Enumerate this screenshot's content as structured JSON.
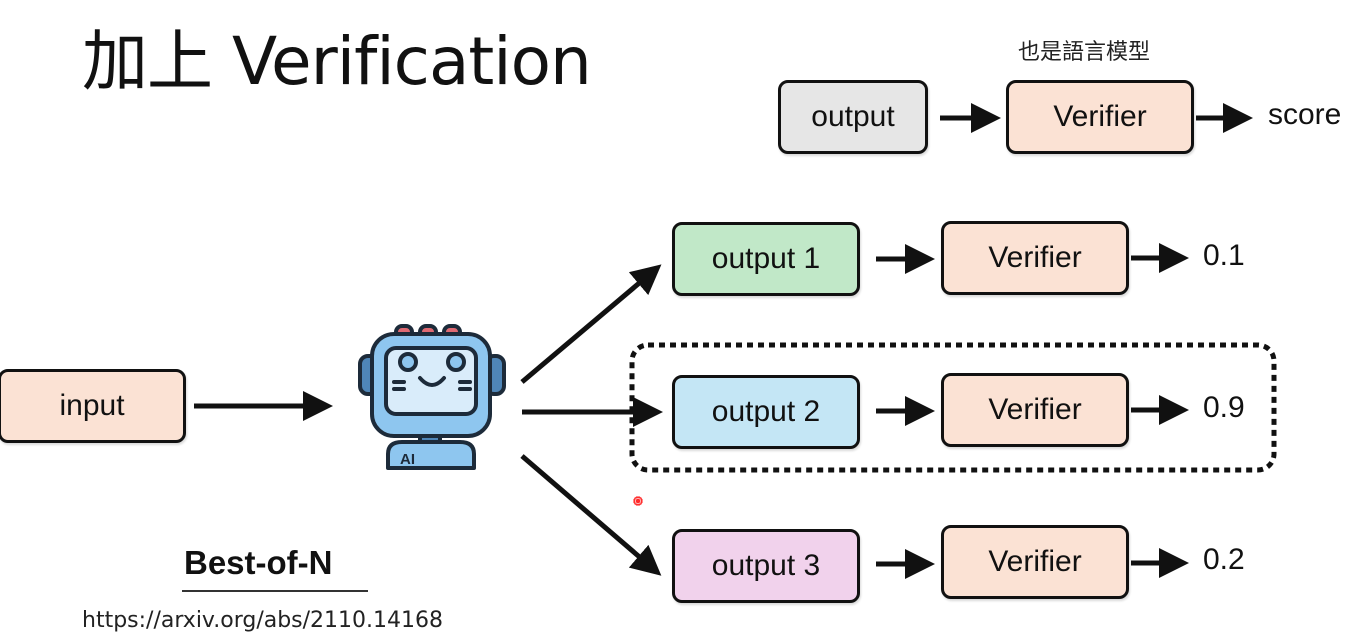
{
  "slide": {
    "title": "加上 Verification",
    "legend": {
      "annotation": "也是語言模型",
      "output_label": "output",
      "verifier_label": "Verifier",
      "score_label": "score"
    },
    "input_label": "input",
    "model_icon_text": "AI",
    "candidates": [
      {
        "output_label": "output 1",
        "verifier_label": "Verifier",
        "score": "0.1",
        "color": "#c1e8c8",
        "selected": false
      },
      {
        "output_label": "output 2",
        "verifier_label": "Verifier",
        "score": "0.9",
        "color": "#c4e6f5",
        "selected": true
      },
      {
        "output_label": "output 3",
        "verifier_label": "Verifier",
        "score": "0.2",
        "color": "#f1d2ec",
        "selected": false
      }
    ],
    "method_label": "Best-of-N",
    "reference_url": "https://arxiv.org/abs/2110.14168"
  },
  "colors": {
    "verifier_fill": "#fbe2d4",
    "input_fill": "#fbe2d4",
    "legend_output_fill": "#e6e6e6",
    "robot_body": "#8ec6ef",
    "robot_dark": "#4f86b8",
    "robot_antenna": "#e06a72",
    "laser_pointer": "#ff2a2a"
  }
}
